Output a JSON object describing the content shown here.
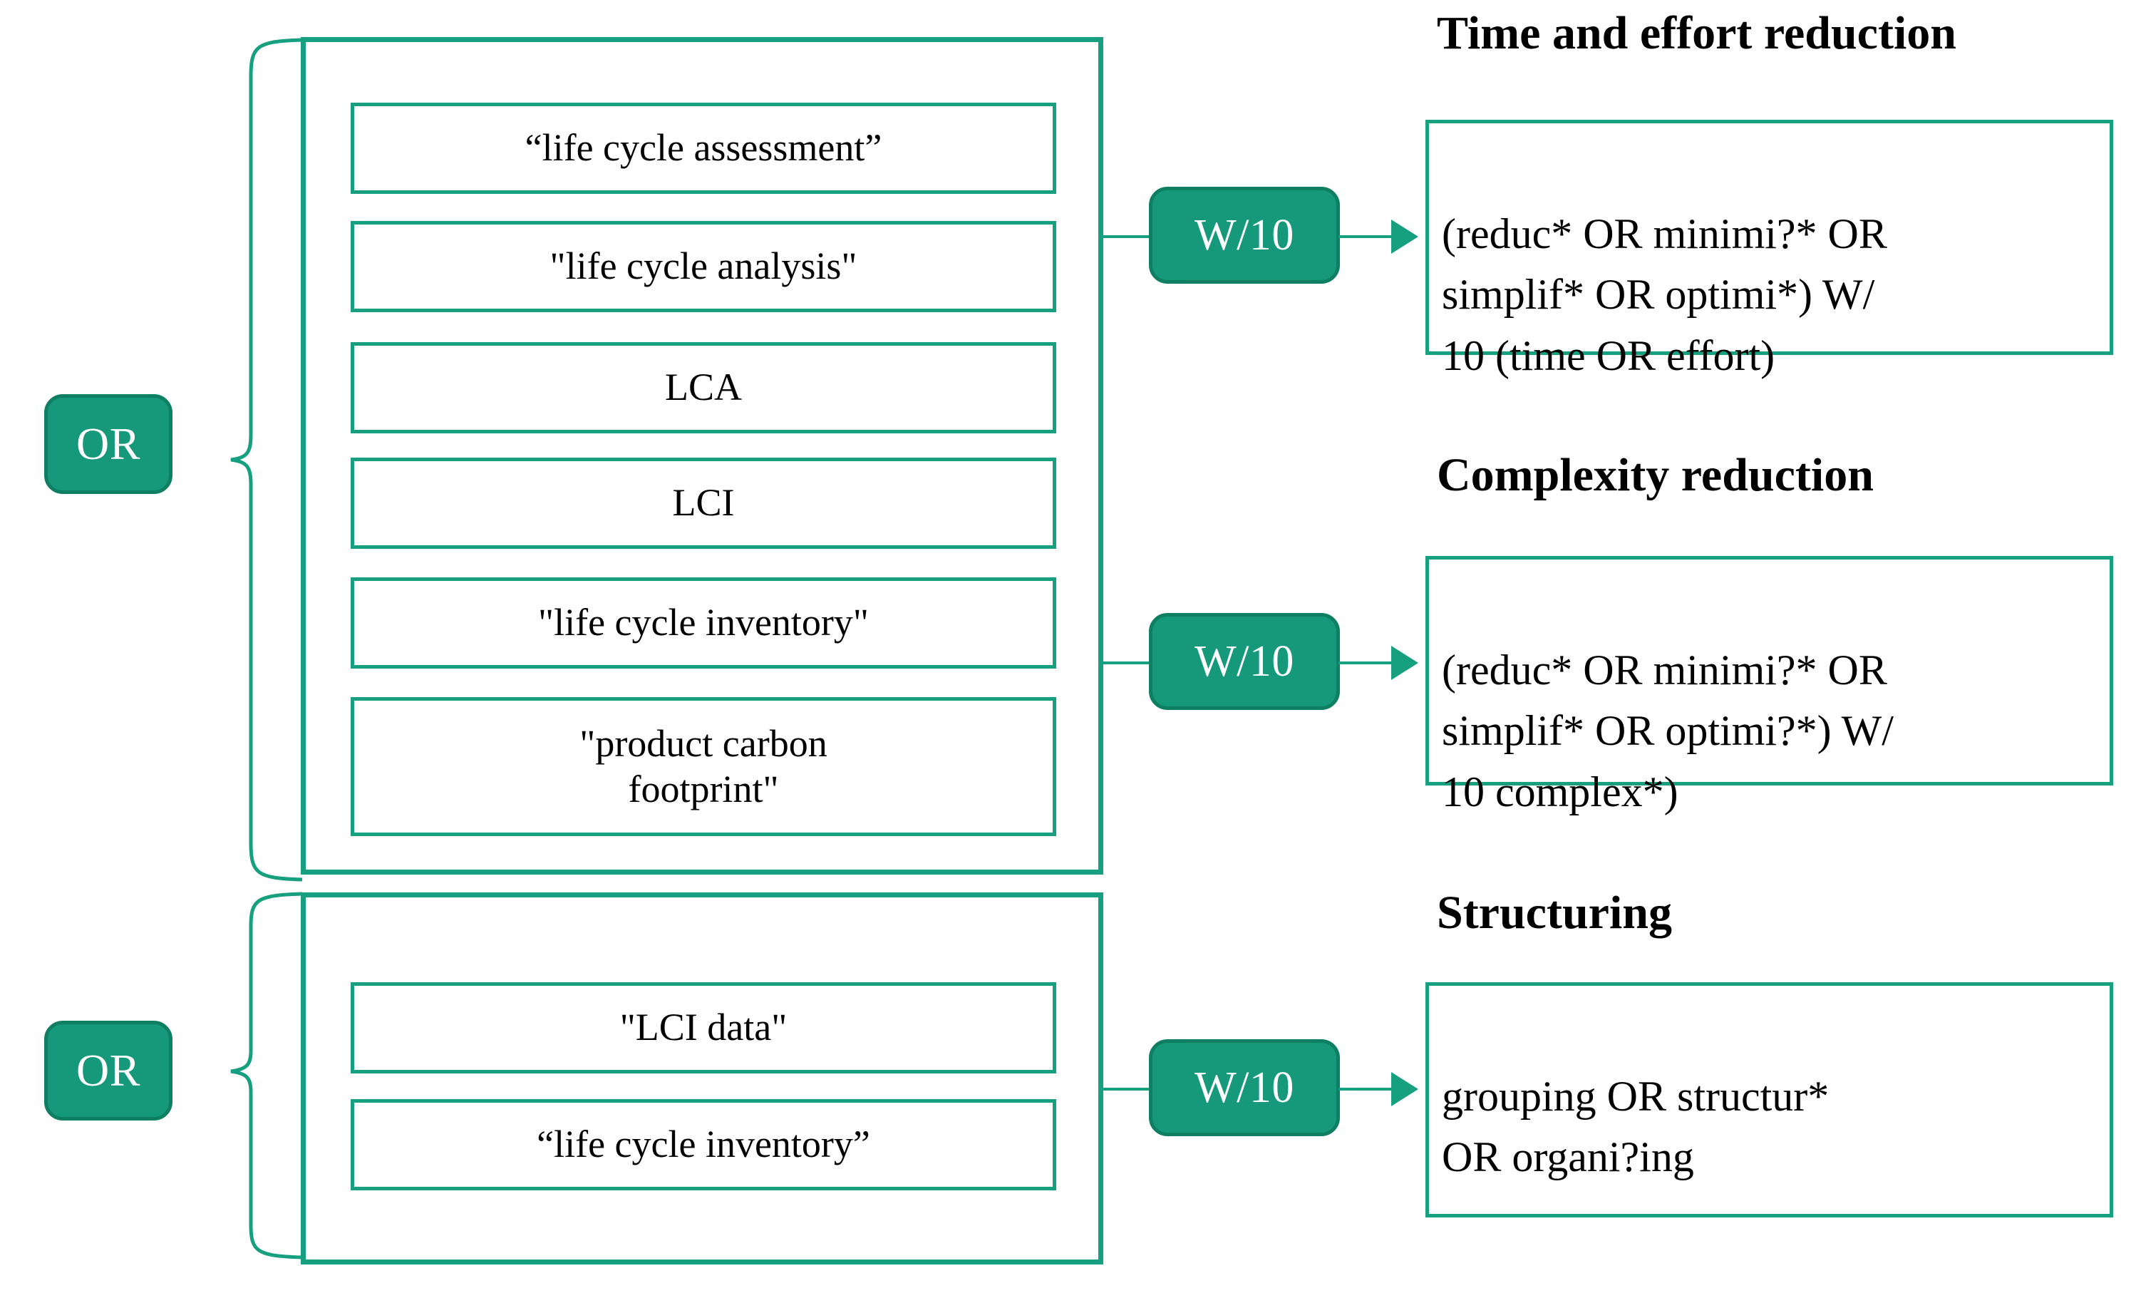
{
  "diagram": {
    "title": "Search string structure diagram",
    "accent_color": "#17a07f",
    "pill_fill": "#16997a",
    "pill_border": "#0f7f63",
    "text_color": "#000000",
    "background": "#ffffff"
  },
  "operators": {
    "or_top": "OR",
    "or_bottom": "OR",
    "proximity_1": "W/10",
    "proximity_2": "W/10",
    "proximity_3": "W/10"
  },
  "groups": [
    {
      "id": "lca-terms",
      "terms": [
        "“life cycle assessment”",
        "\"life cycle analysis\"",
        "LCA",
        "LCI",
        "\"life cycle inventory\"",
        "\"product carbon\nfootprint\""
      ]
    },
    {
      "id": "lci-terms",
      "terms": [
        "\"LCI data\"",
        "“life cycle inventory”"
      ]
    }
  ],
  "concepts": [
    {
      "heading": "Time and effort reduction",
      "query": "(reduc* OR minimi?* OR\n simplif* OR optimi*) W/\n10  (time OR effort)"
    },
    {
      "heading": "Complexity reduction",
      "query": "(reduc* OR minimi?* OR\n simplif* OR optimi?*) W/\n10 complex*)"
    },
    {
      "heading": "Structuring",
      "query": "grouping OR  structur*\nOR  organi?ing"
    }
  ]
}
